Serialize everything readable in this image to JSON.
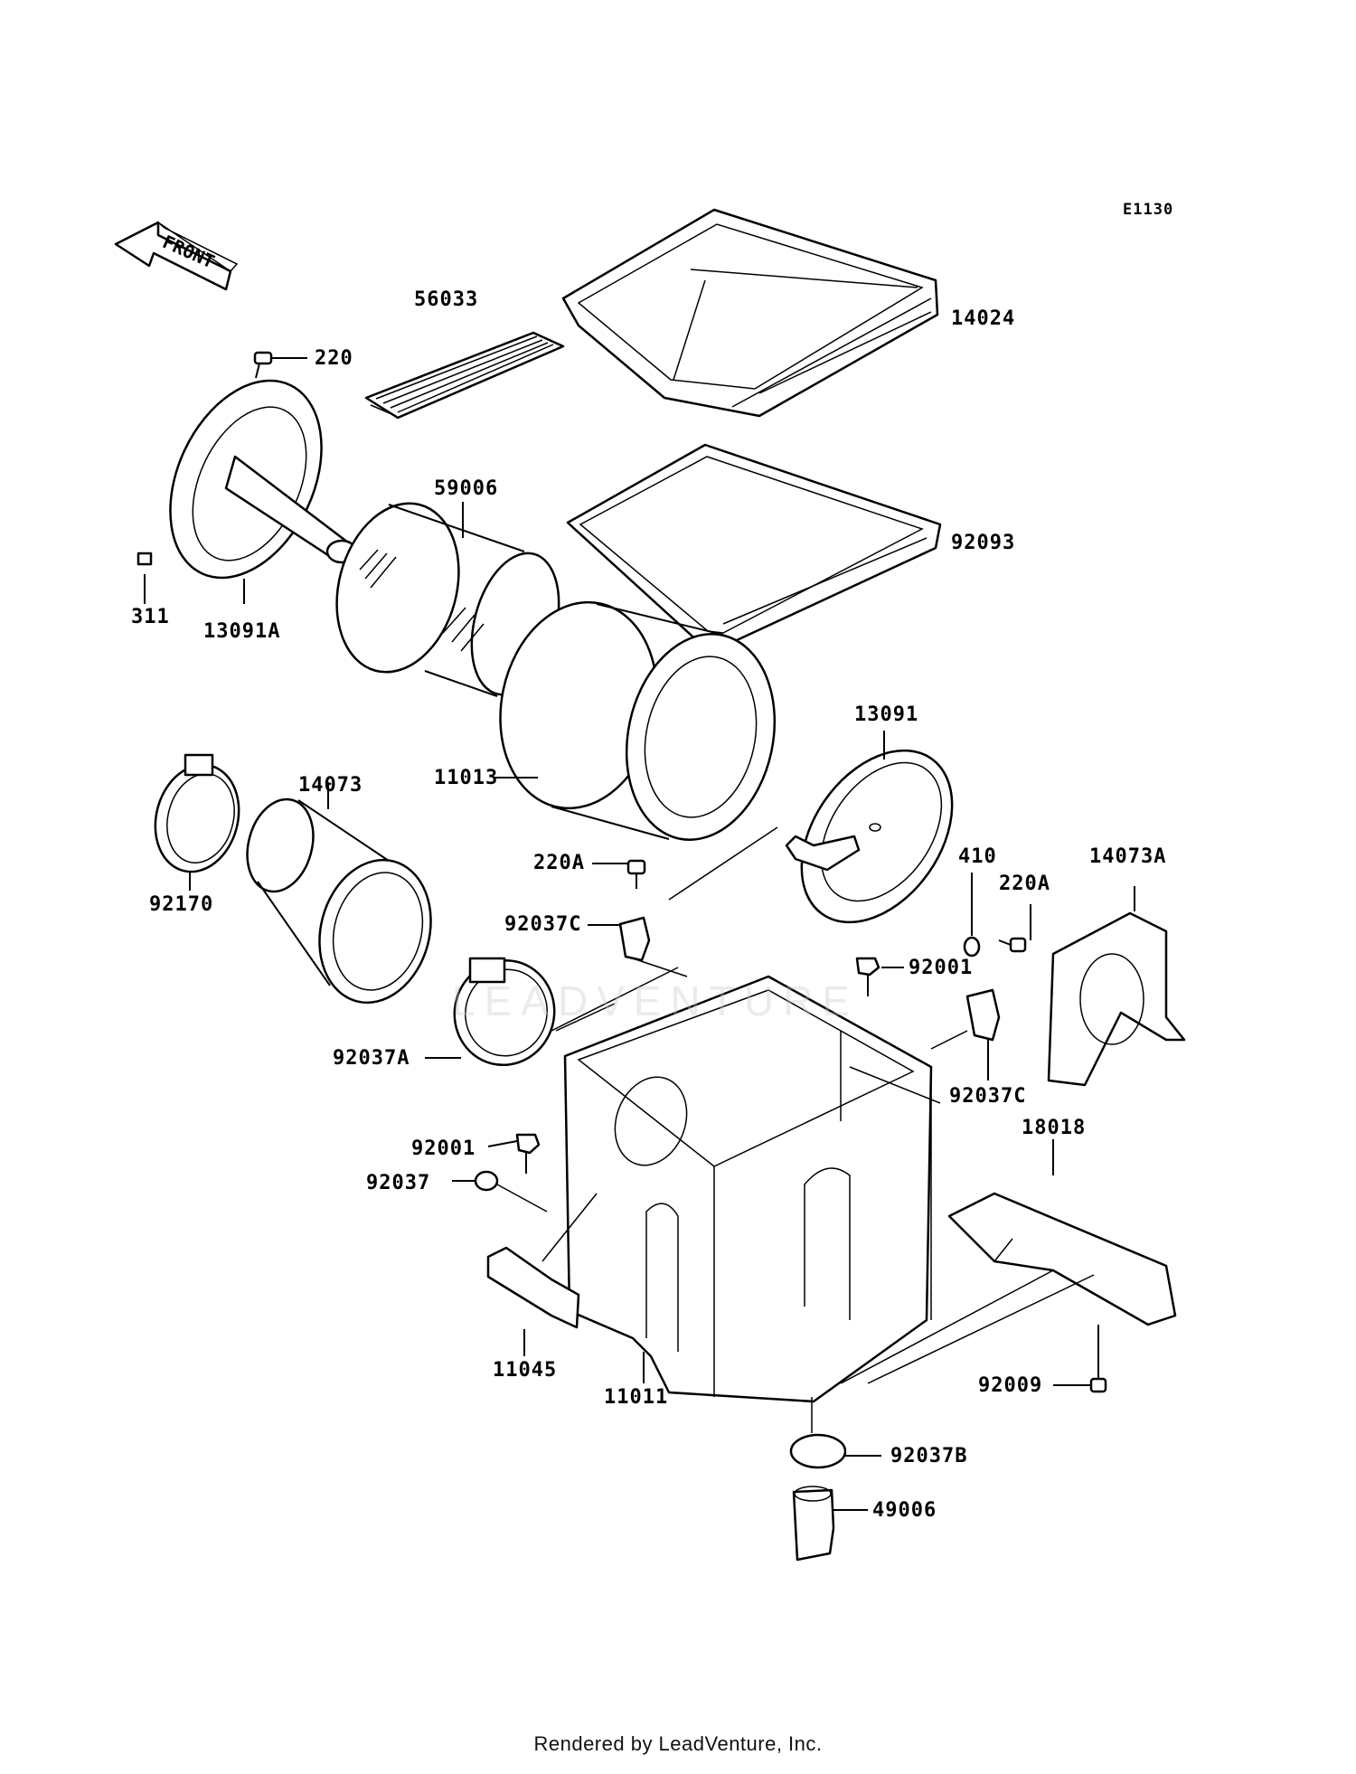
{
  "diagram_code": "E1130",
  "front_label": "FRONT",
  "watermark": "LEADVENTURE",
  "footer": "Rendered by LeadVenture, Inc.",
  "parts": [
    {
      "id": "p220",
      "label": "220"
    },
    {
      "id": "p311",
      "label": "311"
    },
    {
      "id": "p13091A",
      "label": "13091A"
    },
    {
      "id": "p56033",
      "label": "56033"
    },
    {
      "id": "p14024",
      "label": "14024"
    },
    {
      "id": "p59006",
      "label": "59006"
    },
    {
      "id": "p92093",
      "label": "92093"
    },
    {
      "id": "p13091",
      "label": "13091"
    },
    {
      "id": "p11013",
      "label": "11013"
    },
    {
      "id": "p92170",
      "label": "92170"
    },
    {
      "id": "p14073",
      "label": "14073"
    },
    {
      "id": "p220A_1",
      "label": "220A"
    },
    {
      "id": "p410",
      "label": "410"
    },
    {
      "id": "p220A_2",
      "label": "220A"
    },
    {
      "id": "p14073A",
      "label": "14073A"
    },
    {
      "id": "p92037C_1",
      "label": "92037C"
    },
    {
      "id": "p92001_1",
      "label": "92001"
    },
    {
      "id": "p92037A",
      "label": "92037A"
    },
    {
      "id": "p92037C_2",
      "label": "92037C"
    },
    {
      "id": "p18018",
      "label": "18018"
    },
    {
      "id": "p92001_2",
      "label": "92001"
    },
    {
      "id": "p92037",
      "label": "92037"
    },
    {
      "id": "p11045",
      "label": "11045"
    },
    {
      "id": "p11011",
      "label": "11011"
    },
    {
      "id": "p92009",
      "label": "92009"
    },
    {
      "id": "p92037B",
      "label": "92037B"
    },
    {
      "id": "p49006",
      "label": "49006"
    }
  ]
}
